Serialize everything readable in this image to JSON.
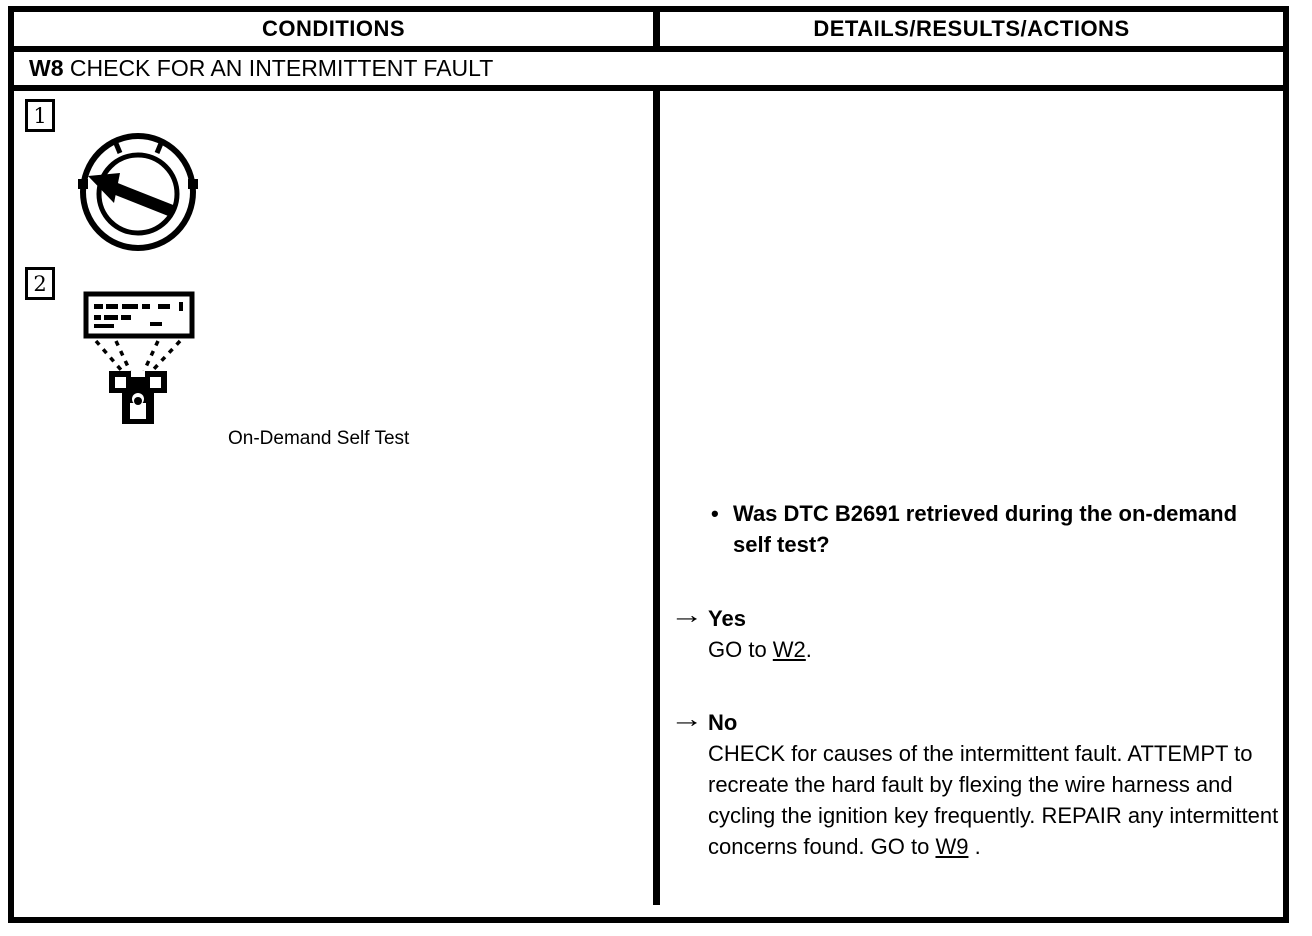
{
  "colors": {
    "ink": "#000000",
    "paper": "#ffffff"
  },
  "glyphs": {
    "bullet_char": "•",
    "arrow_char": "→"
  },
  "table": {
    "header": {
      "left": "CONDITIONS",
      "right": "DETAILS/RESULTS/ACTIONS"
    },
    "section": {
      "id": "W8",
      "title": " CHECK FOR AN INTERMITTENT FAULT"
    },
    "conditions": {
      "steps": [
        {
          "number": "1",
          "icon": "ignition-key-icon"
        },
        {
          "number": "2",
          "icon": "scan-tool-icon"
        }
      ],
      "caption": "On-Demand Self Test"
    },
    "results": {
      "question": "Was DTC B2691 retrieved during the on-demand self test?",
      "answers": [
        {
          "label": "Yes",
          "action_pre": "GO to ",
          "link": "W2",
          "action_post": "."
        },
        {
          "label": "No",
          "action_pre": "CHECK for causes of the intermittent fault. ATTEMPT to recreate the hard fault by flexing the wire harness and cycling the ignition key frequently. REPAIR any intermittent concerns found. GO to ",
          "link": "W9",
          "action_post": " ."
        }
      ]
    }
  }
}
